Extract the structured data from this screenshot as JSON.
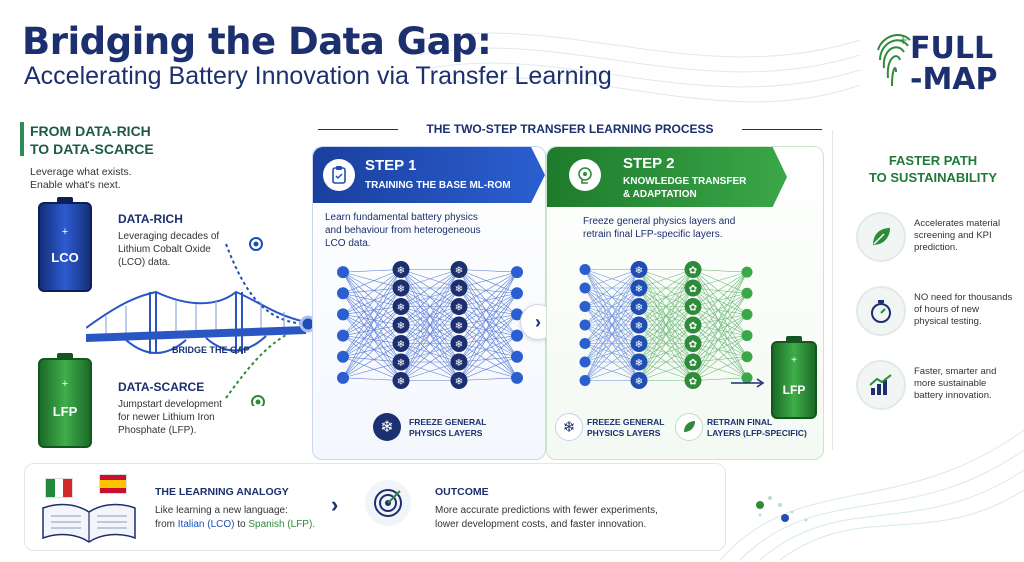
{
  "header": {
    "title": "Bridging the Data Gap:",
    "subtitle": "Accelerating Battery Innovation via Transfer Learning",
    "logo_line1": "FULL",
    "logo_line2": "-MAP"
  },
  "left": {
    "section_title_1": "FROM DATA-RICH",
    "section_title_2": "TO DATA-SCARCE",
    "tagline_1": "Leverage what exists.",
    "tagline_2": "Enable what's next.",
    "data_rich": {
      "heading": "DATA-RICH",
      "line1": "Leveraging decades of",
      "line2": "Lithium Cobalt Oxide",
      "line3": "(LCO) data.",
      "battery": "LCO"
    },
    "data_scarce": {
      "heading": "DATA-SCARCE",
      "line1": "Jumpstart development",
      "line2": "for newer Lithium Iron",
      "line3": "Phosphate (LFP).",
      "battery": "LFP"
    },
    "bridge_label": "BRIDGE THE GAP"
  },
  "process": {
    "title": "THE TWO-STEP TRANSFER LEARNING PROCESS",
    "step1": {
      "num": "STEP 1",
      "subtitle": "TRAINING THE BASE ML-ROM",
      "desc1": "Learn fundamental battery physics",
      "desc2": "and behaviour from heterogeneous",
      "desc3": "LCO data.",
      "legend1": "FREEZE GENERAL",
      "legend2": "PHYSICS LAYERS"
    },
    "step2": {
      "num": "STEP 2",
      "subtitle1": "KNOWLEDGE TRANSFER",
      "subtitle2": "& ADAPTATION",
      "desc1": "Freeze general physics layers and",
      "desc2": "retrain final LFP-specific layers.",
      "legend_a1": "FREEZE GENERAL",
      "legend_a2": "PHYSICS LAYERS",
      "legend_b1": "RETRAIN FINAL",
      "legend_b2": "LAYERS (LFP-SPECIFIC)",
      "battery": "LFP"
    }
  },
  "right": {
    "title1": "FASTER PATH",
    "title2": "TO SUSTAINABILITY",
    "item1": {
      "l1": "Accelerates material",
      "l2": "screening and KPI",
      "l3": "prediction."
    },
    "item2": {
      "l1": "NO need for thousands",
      "l2": "of hours of new",
      "l3": "physical testing."
    },
    "item3": {
      "l1": "Faster, smarter and",
      "l2": "more sustainable",
      "l3": "battery innovation."
    }
  },
  "bottom": {
    "analogy_title": "THE LEARNING ANALOGY",
    "analogy_l1": "Like learning a new language:",
    "analogy_l2_a": "from ",
    "analogy_l2_b": "Italian (LCO)",
    "analogy_l2_c": " to ",
    "analogy_l2_d": "Spanish (LFP).",
    "outcome_title": "OUTCOME",
    "outcome_l1": "More accurate predictions with fewer experiments,",
    "outcome_l2": "lower development costs, and faster innovation."
  },
  "colors": {
    "navy": "#1c2f6e",
    "blue": "#1f4fb3",
    "green": "#2e8b3a"
  }
}
